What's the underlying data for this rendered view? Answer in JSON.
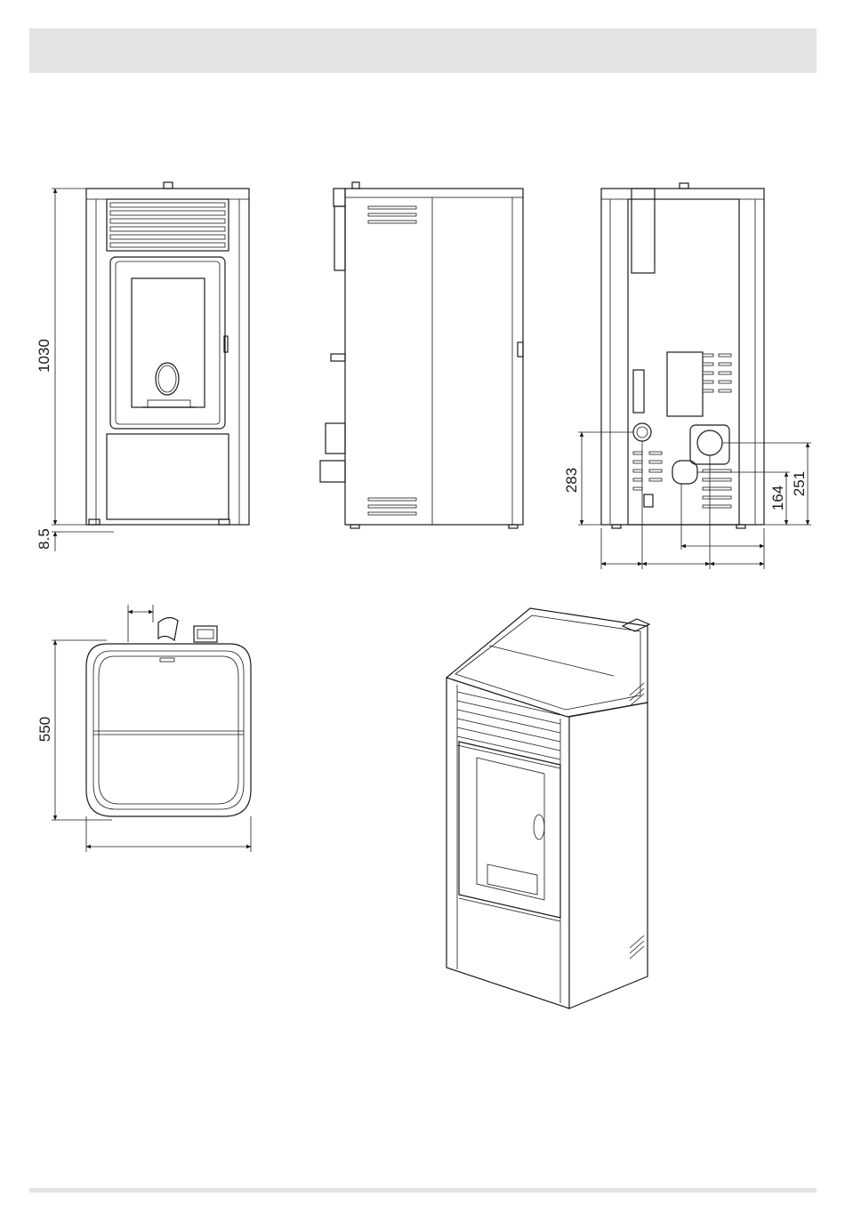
{
  "dimensions": {
    "height_total": "1030",
    "feet_height": "8.5",
    "depth": "550",
    "flue_outlet_height": "283",
    "air_inlet_height": "164",
    "flue_center_height": "251"
  },
  "colors": {
    "header_bar": "#e4e4e4",
    "line": "#1a1a1a",
    "background": "#ffffff"
  }
}
